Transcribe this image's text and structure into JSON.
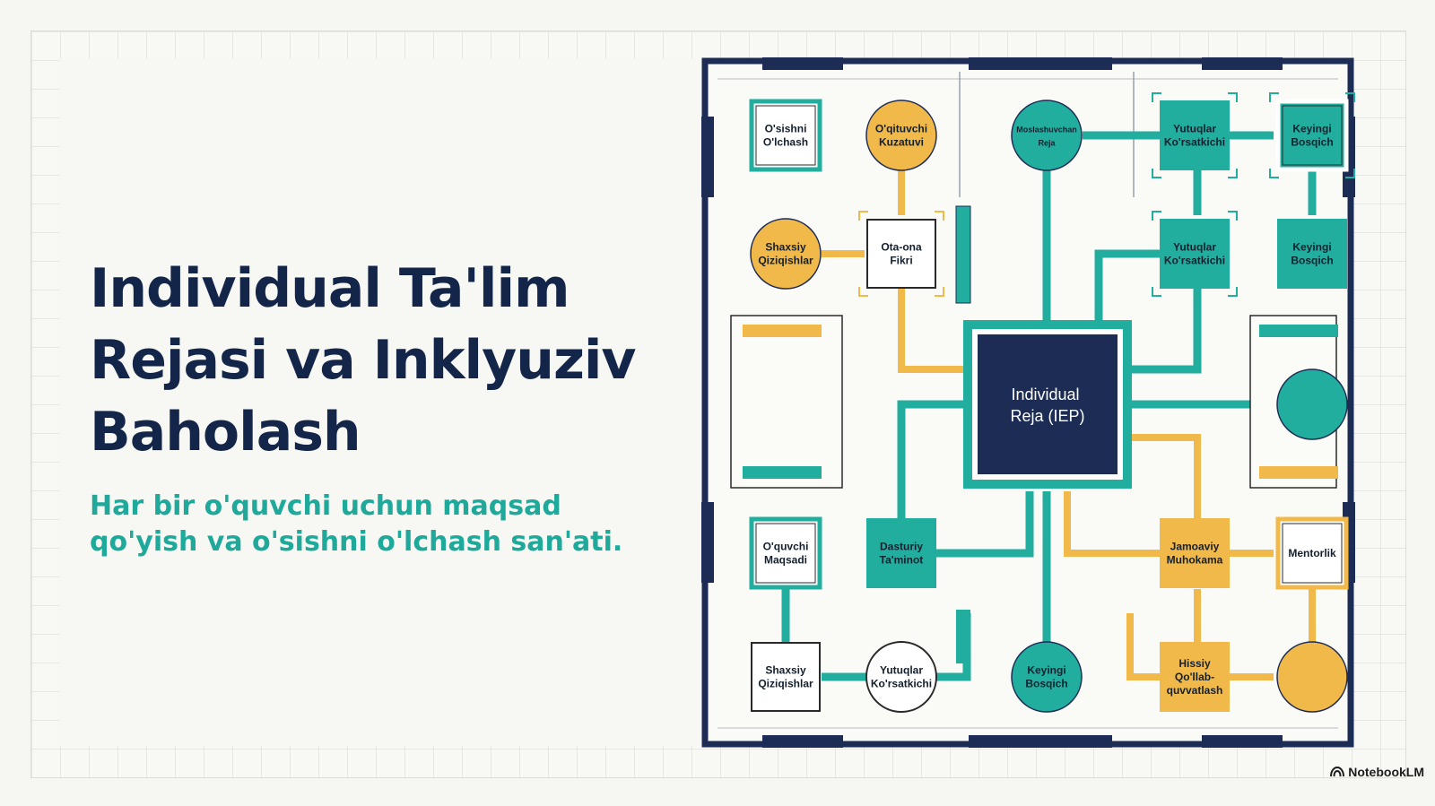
{
  "slide": {
    "title": "Individual Ta'lim Rejasi va Inklyuziv Baholash",
    "subtitle": "Har bir o'quvchi uchun maqsad qo'yish va o'sishni o'lchash san'ati."
  },
  "diagram": {
    "center": "Individual Reja (IEP)",
    "nodes": [
      {
        "id": "osishni-olchash",
        "label": "O'sishni O'lchash"
      },
      {
        "id": "oqituvchi-kuzatuvi",
        "label": "O'qituvchi Kuzatuvi"
      },
      {
        "id": "moslashuvchan-reja",
        "label": "Moslashuvchan Reja"
      },
      {
        "id": "yutuqlar-korsatkichi-1",
        "label": "Yutuqlar Ko'rsatkichi"
      },
      {
        "id": "keyingi-bosqich-1",
        "label": "Keyingi Bosqich"
      },
      {
        "id": "shaxsiy-qiziqishlar-1",
        "label": "Shaxsiy Qiziqishlar"
      },
      {
        "id": "ota-ona-fikri",
        "label": "Ota-ona Fikri"
      },
      {
        "id": "yutuqlar-korsatkichi-2",
        "label": "Yutuqlar Ko'rsatkichi"
      },
      {
        "id": "keyingi-bosqich-2",
        "label": "Keyingi Bosqich"
      },
      {
        "id": "oquvchi-maqsadi",
        "label": "O'quvchi Maqsadi"
      },
      {
        "id": "dasturiy-taminot",
        "label": "Dasturiy Ta'minot"
      },
      {
        "id": "jamoaviy-muhokama",
        "label": "Jamoaviy Muhokama"
      },
      {
        "id": "mentorlik",
        "label": "Mentorlik"
      },
      {
        "id": "shaxsiy-qiziqishlar-2",
        "label": "Shaxsiy Qiziqishlar"
      },
      {
        "id": "yutuqlar-korsatkichi-3",
        "label": "Yutuqlar Ko'rsatkichi"
      },
      {
        "id": "keyingi-bosqich-3",
        "label": "Keyingi Bosqich"
      },
      {
        "id": "hissiy-qollab-quvvatlash",
        "label": "Hissiy Qo'llab-quvvatlash"
      }
    ]
  },
  "colors": {
    "navy": "#1c2c54",
    "teal": "#22ae9f",
    "amber": "#f1b94a",
    "grid": "#e6e6e2"
  },
  "brand": {
    "name": "NotebookLM"
  }
}
